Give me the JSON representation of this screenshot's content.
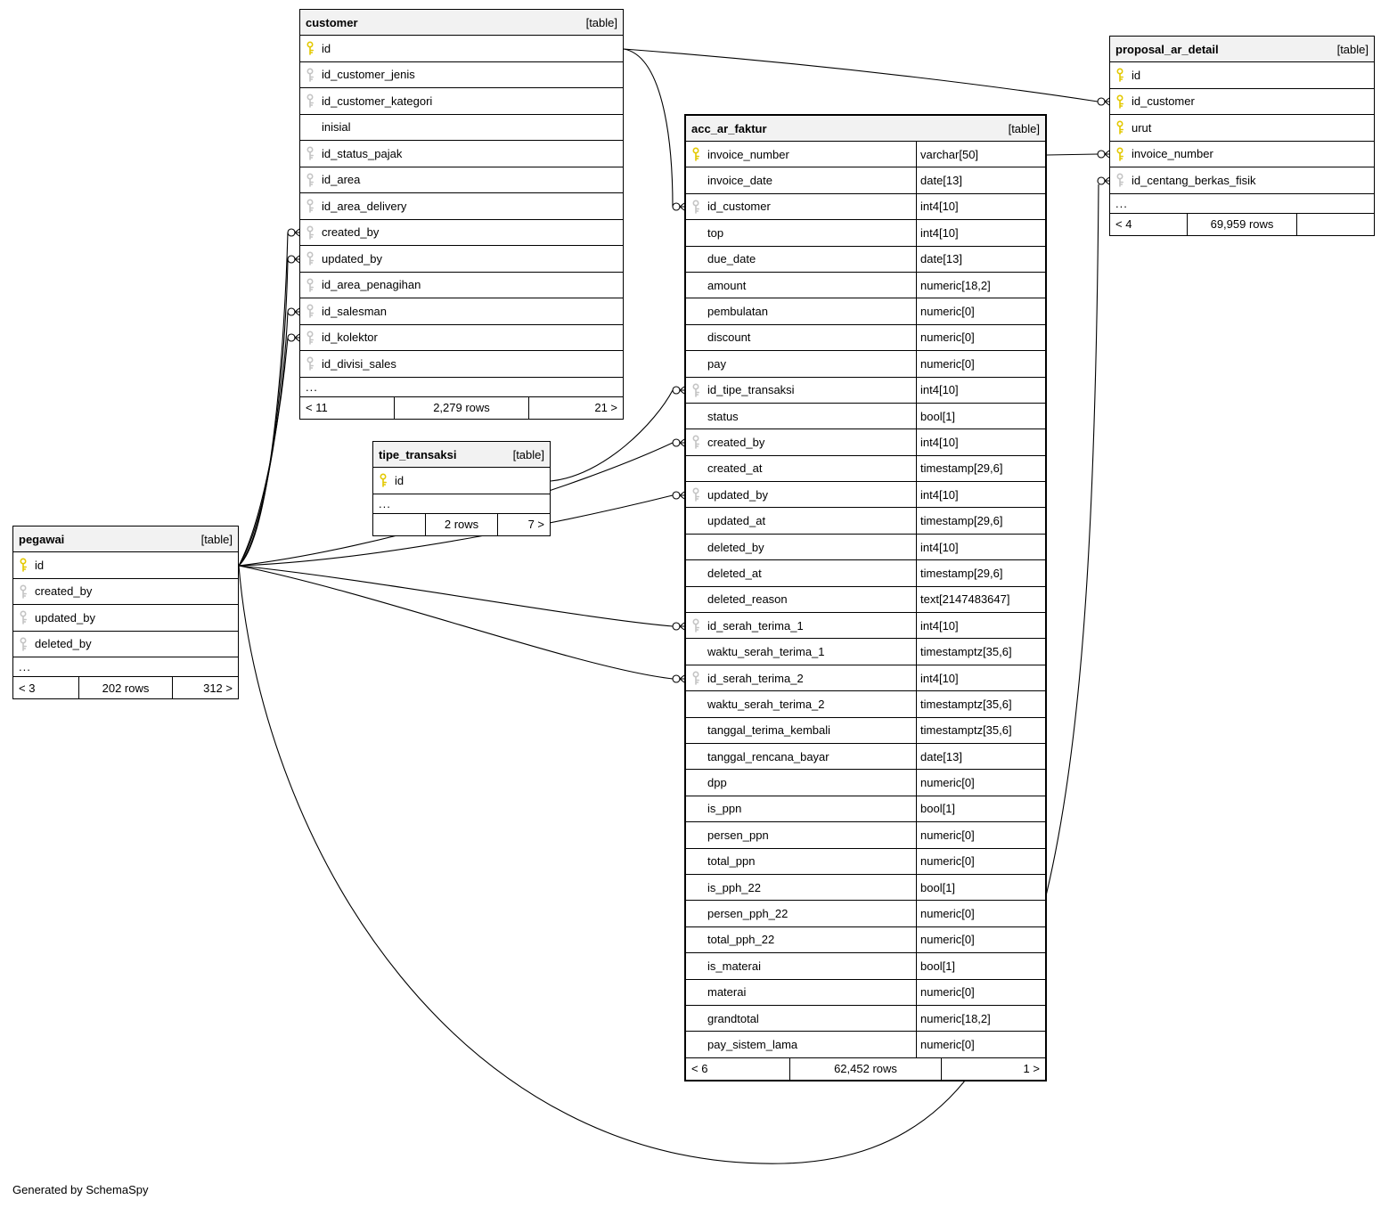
{
  "generator_note": "Generated by SchemaSpy",
  "tables": [
    {
      "name": "customer",
      "tag": "[table]",
      "footer": {
        "left": "< 11",
        "center": "2,279 rows",
        "right": "21 >"
      },
      "columns": [
        {
          "name": "id",
          "key": "pk"
        },
        {
          "name": "id_customer_jenis",
          "key": "fk"
        },
        {
          "name": "id_customer_kategori",
          "key": "fk"
        },
        {
          "name": "inisial",
          "key": ""
        },
        {
          "name": "id_status_pajak",
          "key": "fk"
        },
        {
          "name": "id_area",
          "key": "fk"
        },
        {
          "name": "id_area_delivery",
          "key": "fk"
        },
        {
          "name": "created_by",
          "key": "fk"
        },
        {
          "name": "updated_by",
          "key": "fk"
        },
        {
          "name": "id_area_penagihan",
          "key": "fk"
        },
        {
          "name": "id_salesman",
          "key": "fk"
        },
        {
          "name": "id_kolektor",
          "key": "fk"
        },
        {
          "name": "id_divisi_sales",
          "key": "fk"
        },
        {
          "name": "...",
          "key": "",
          "ellipsis": true
        }
      ]
    },
    {
      "name": "acc_ar_faktur",
      "tag": "[table]",
      "show_types": true,
      "footer": {
        "left": "< 6",
        "center": "62,452 rows",
        "right": "1 >"
      },
      "columns": [
        {
          "name": "invoice_number",
          "key": "pk",
          "type": "varchar[50]"
        },
        {
          "name": "invoice_date",
          "key": "",
          "type": "date[13]"
        },
        {
          "name": "id_customer",
          "key": "fk",
          "type": "int4[10]"
        },
        {
          "name": "top",
          "key": "",
          "type": "int4[10]"
        },
        {
          "name": "due_date",
          "key": "",
          "type": "date[13]"
        },
        {
          "name": "amount",
          "key": "",
          "type": "numeric[18,2]"
        },
        {
          "name": "pembulatan",
          "key": "",
          "type": "numeric[0]"
        },
        {
          "name": "discount",
          "key": "",
          "type": "numeric[0]"
        },
        {
          "name": "pay",
          "key": "",
          "type": "numeric[0]"
        },
        {
          "name": "id_tipe_transaksi",
          "key": "fk",
          "type": "int4[10]"
        },
        {
          "name": "status",
          "key": "",
          "type": "bool[1]"
        },
        {
          "name": "created_by",
          "key": "fk",
          "type": "int4[10]"
        },
        {
          "name": "created_at",
          "key": "",
          "type": "timestamp[29,6]"
        },
        {
          "name": "updated_by",
          "key": "fk",
          "type": "int4[10]"
        },
        {
          "name": "updated_at",
          "key": "",
          "type": "timestamp[29,6]"
        },
        {
          "name": "deleted_by",
          "key": "",
          "type": "int4[10]"
        },
        {
          "name": "deleted_at",
          "key": "",
          "type": "timestamp[29,6]"
        },
        {
          "name": "deleted_reason",
          "key": "",
          "type": "text[2147483647]"
        },
        {
          "name": "id_serah_terima_1",
          "key": "fk",
          "type": "int4[10]"
        },
        {
          "name": "waktu_serah_terima_1",
          "key": "",
          "type": "timestamptz[35,6]"
        },
        {
          "name": "id_serah_terima_2",
          "key": "fk",
          "type": "int4[10]"
        },
        {
          "name": "waktu_serah_terima_2",
          "key": "",
          "type": "timestamptz[35,6]"
        },
        {
          "name": "tanggal_terima_kembali",
          "key": "",
          "type": "timestamptz[35,6]"
        },
        {
          "name": "tanggal_rencana_bayar",
          "key": "",
          "type": "date[13]"
        },
        {
          "name": "dpp",
          "key": "",
          "type": "numeric[0]"
        },
        {
          "name": "is_ppn",
          "key": "",
          "type": "bool[1]"
        },
        {
          "name": "persen_ppn",
          "key": "",
          "type": "numeric[0]"
        },
        {
          "name": "total_ppn",
          "key": "",
          "type": "numeric[0]"
        },
        {
          "name": "is_pph_22",
          "key": "",
          "type": "bool[1]"
        },
        {
          "name": "persen_pph_22",
          "key": "",
          "type": "numeric[0]"
        },
        {
          "name": "total_pph_22",
          "key": "",
          "type": "numeric[0]"
        },
        {
          "name": "is_materai",
          "key": "",
          "type": "bool[1]"
        },
        {
          "name": "materai",
          "key": "",
          "type": "numeric[0]"
        },
        {
          "name": "grandtotal",
          "key": "",
          "type": "numeric[18,2]"
        },
        {
          "name": "pay_sistem_lama",
          "key": "",
          "type": "numeric[0]"
        }
      ]
    },
    {
      "name": "proposal_ar_detail",
      "tag": "[table]",
      "footer": {
        "left": "< 4",
        "center": "69,959 rows",
        "right": ""
      },
      "columns": [
        {
          "name": "id",
          "key": "pk"
        },
        {
          "name": "id_customer",
          "key": "pk"
        },
        {
          "name": "urut",
          "key": "pk"
        },
        {
          "name": "invoice_number",
          "key": "pk"
        },
        {
          "name": "id_centang_berkas_fisik",
          "key": "fk"
        },
        {
          "name": "...",
          "key": "",
          "ellipsis": true
        }
      ]
    },
    {
      "name": "tipe_transaksi",
      "tag": "[table]",
      "footer": {
        "left": "",
        "center": "2 rows",
        "right": "7 >"
      },
      "columns": [
        {
          "name": "id",
          "key": "pk"
        },
        {
          "name": "...",
          "key": "",
          "ellipsis": true
        }
      ]
    },
    {
      "name": "pegawai",
      "tag": "[table]",
      "footer": {
        "left": "< 3",
        "center": "202 rows",
        "right": "312 >"
      },
      "columns": [
        {
          "name": "id",
          "key": "pk"
        },
        {
          "name": "created_by",
          "key": "fk"
        },
        {
          "name": "updated_by",
          "key": "fk"
        },
        {
          "name": "deleted_by",
          "key": "fk"
        },
        {
          "name": "...",
          "key": "",
          "ellipsis": true
        }
      ]
    }
  ],
  "relationships": [
    {
      "from": "customer.id",
      "to": "acc_ar_faktur.id_customer"
    },
    {
      "from": "customer.id",
      "to": "proposal_ar_detail.id_customer"
    },
    {
      "from": "acc_ar_faktur.invoice_number",
      "to": "proposal_ar_detail.invoice_number"
    },
    {
      "from": "tipe_transaksi.id",
      "to": "acc_ar_faktur.id_tipe_transaksi"
    },
    {
      "from": "pegawai.id",
      "to": "customer.created_by"
    },
    {
      "from": "pegawai.id",
      "to": "customer.updated_by"
    },
    {
      "from": "pegawai.id",
      "to": "customer.id_salesman"
    },
    {
      "from": "pegawai.id",
      "to": "customer.id_kolektor"
    },
    {
      "from": "pegawai.id",
      "to": "acc_ar_faktur.created_by"
    },
    {
      "from": "pegawai.id",
      "to": "acc_ar_faktur.updated_by"
    },
    {
      "from": "pegawai.id",
      "to": "acc_ar_faktur.id_serah_terima_1"
    },
    {
      "from": "pegawai.id",
      "to": "acc_ar_faktur.id_serah_terima_2"
    },
    {
      "from": "pegawai.id",
      "to": "proposal_ar_detail.id_centang_berkas_fisik"
    }
  ]
}
